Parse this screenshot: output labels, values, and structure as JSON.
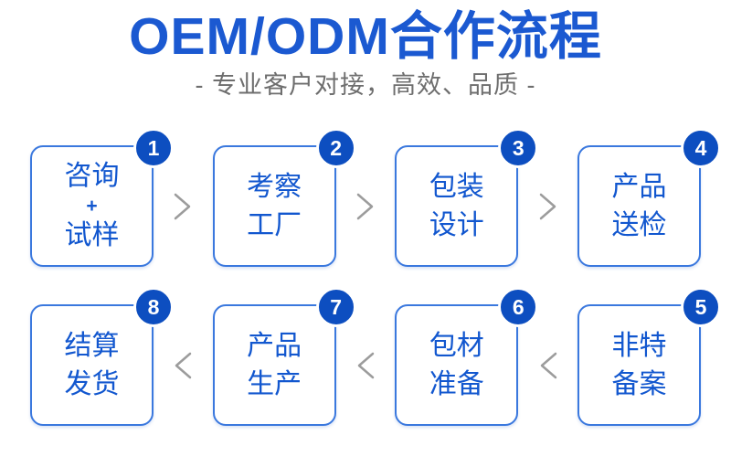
{
  "header": {
    "title": "OEM/ODM合作流程",
    "subtitle": "- 专业客户对接，高效、品质 -"
  },
  "colors": {
    "title_blue": "#1b59d1",
    "subtitle_gray": "#6e6e6e",
    "box_border_blue": "#3a78de",
    "box_text_blue": "#1257cf",
    "badge_blue": "#0d4ec0",
    "arrow_gray": "#9c9c9c"
  },
  "icons": {
    "row1_separator": "chevron-right-icon",
    "row2_separator": "chevron-left-icon"
  },
  "flow": {
    "row1": {
      "direction": "right",
      "boxes": [
        {
          "number": "1",
          "lines": [
            "咨询",
            "+",
            "试样"
          ]
        },
        {
          "number": "2",
          "lines": [
            "考察",
            "工厂"
          ]
        },
        {
          "number": "3",
          "lines": [
            "包装",
            "设计"
          ]
        },
        {
          "number": "4",
          "lines": [
            "产品",
            "送检"
          ]
        }
      ]
    },
    "row2": {
      "direction": "left",
      "boxes": [
        {
          "number": "8",
          "lines": [
            "结算",
            "发货"
          ]
        },
        {
          "number": "7",
          "lines": [
            "产品",
            "生产"
          ]
        },
        {
          "number": "6",
          "lines": [
            "包材",
            "准备"
          ]
        },
        {
          "number": "5",
          "lines": [
            "非特",
            "备案"
          ]
        }
      ]
    }
  }
}
